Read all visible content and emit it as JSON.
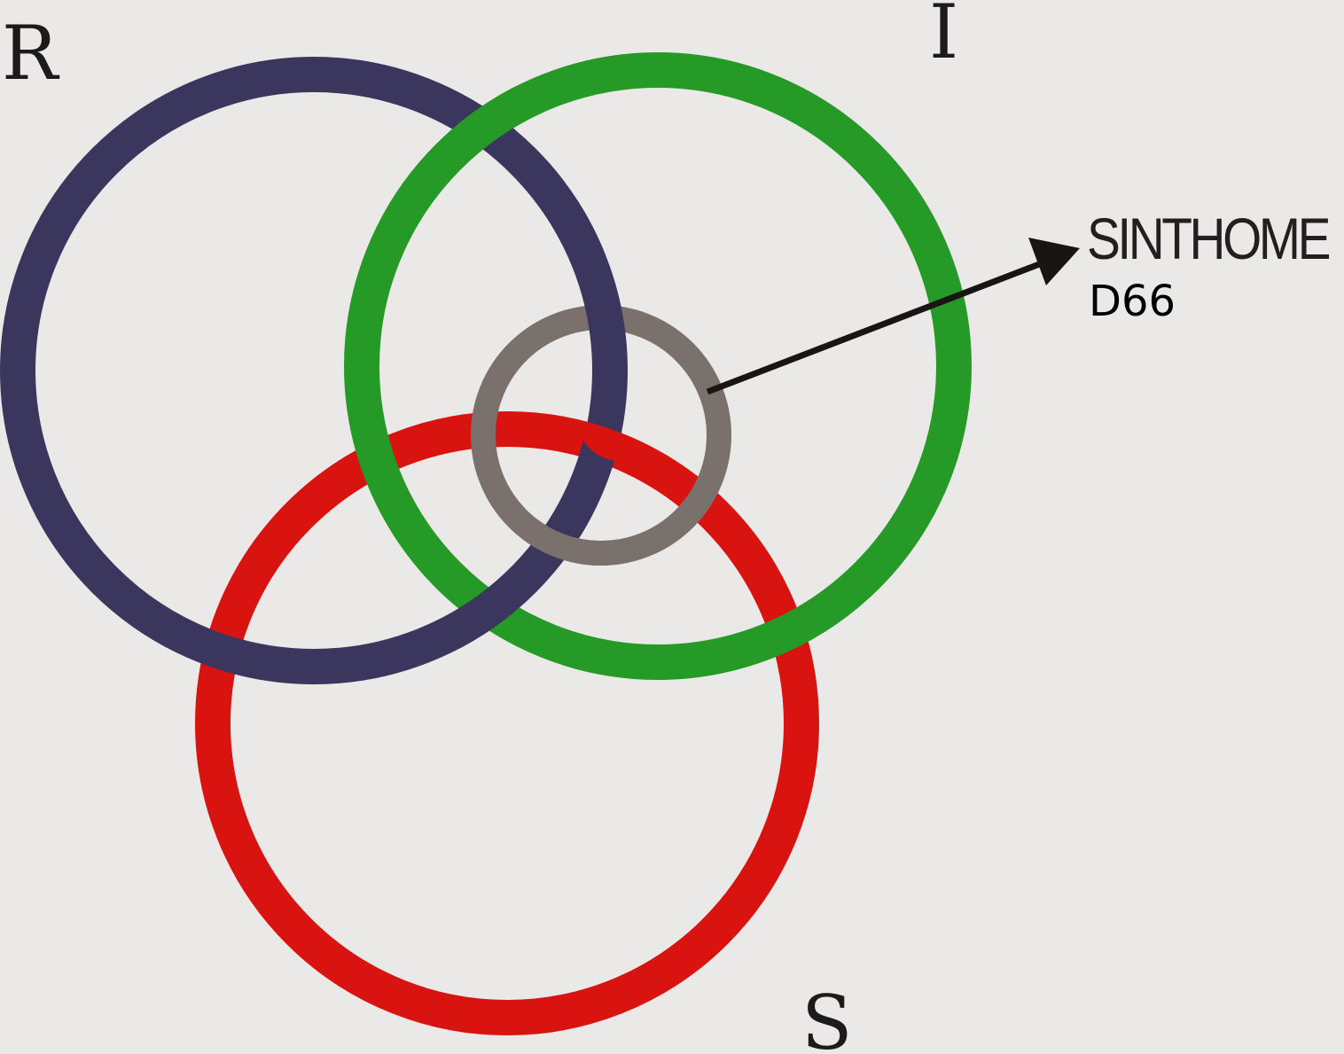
{
  "labels": {
    "real": "R",
    "imaginary": "I",
    "symbolic": "S",
    "sinthome": "SINTHOME",
    "caption": "D66"
  },
  "colors": {
    "background": "#ebe9e8",
    "real_ring": "#3b365d",
    "imaginary_ring": "#259a27",
    "symbolic_ring": "#d9130f",
    "sinthome_ring": "#7a716d",
    "arrow": "#1a1414"
  }
}
